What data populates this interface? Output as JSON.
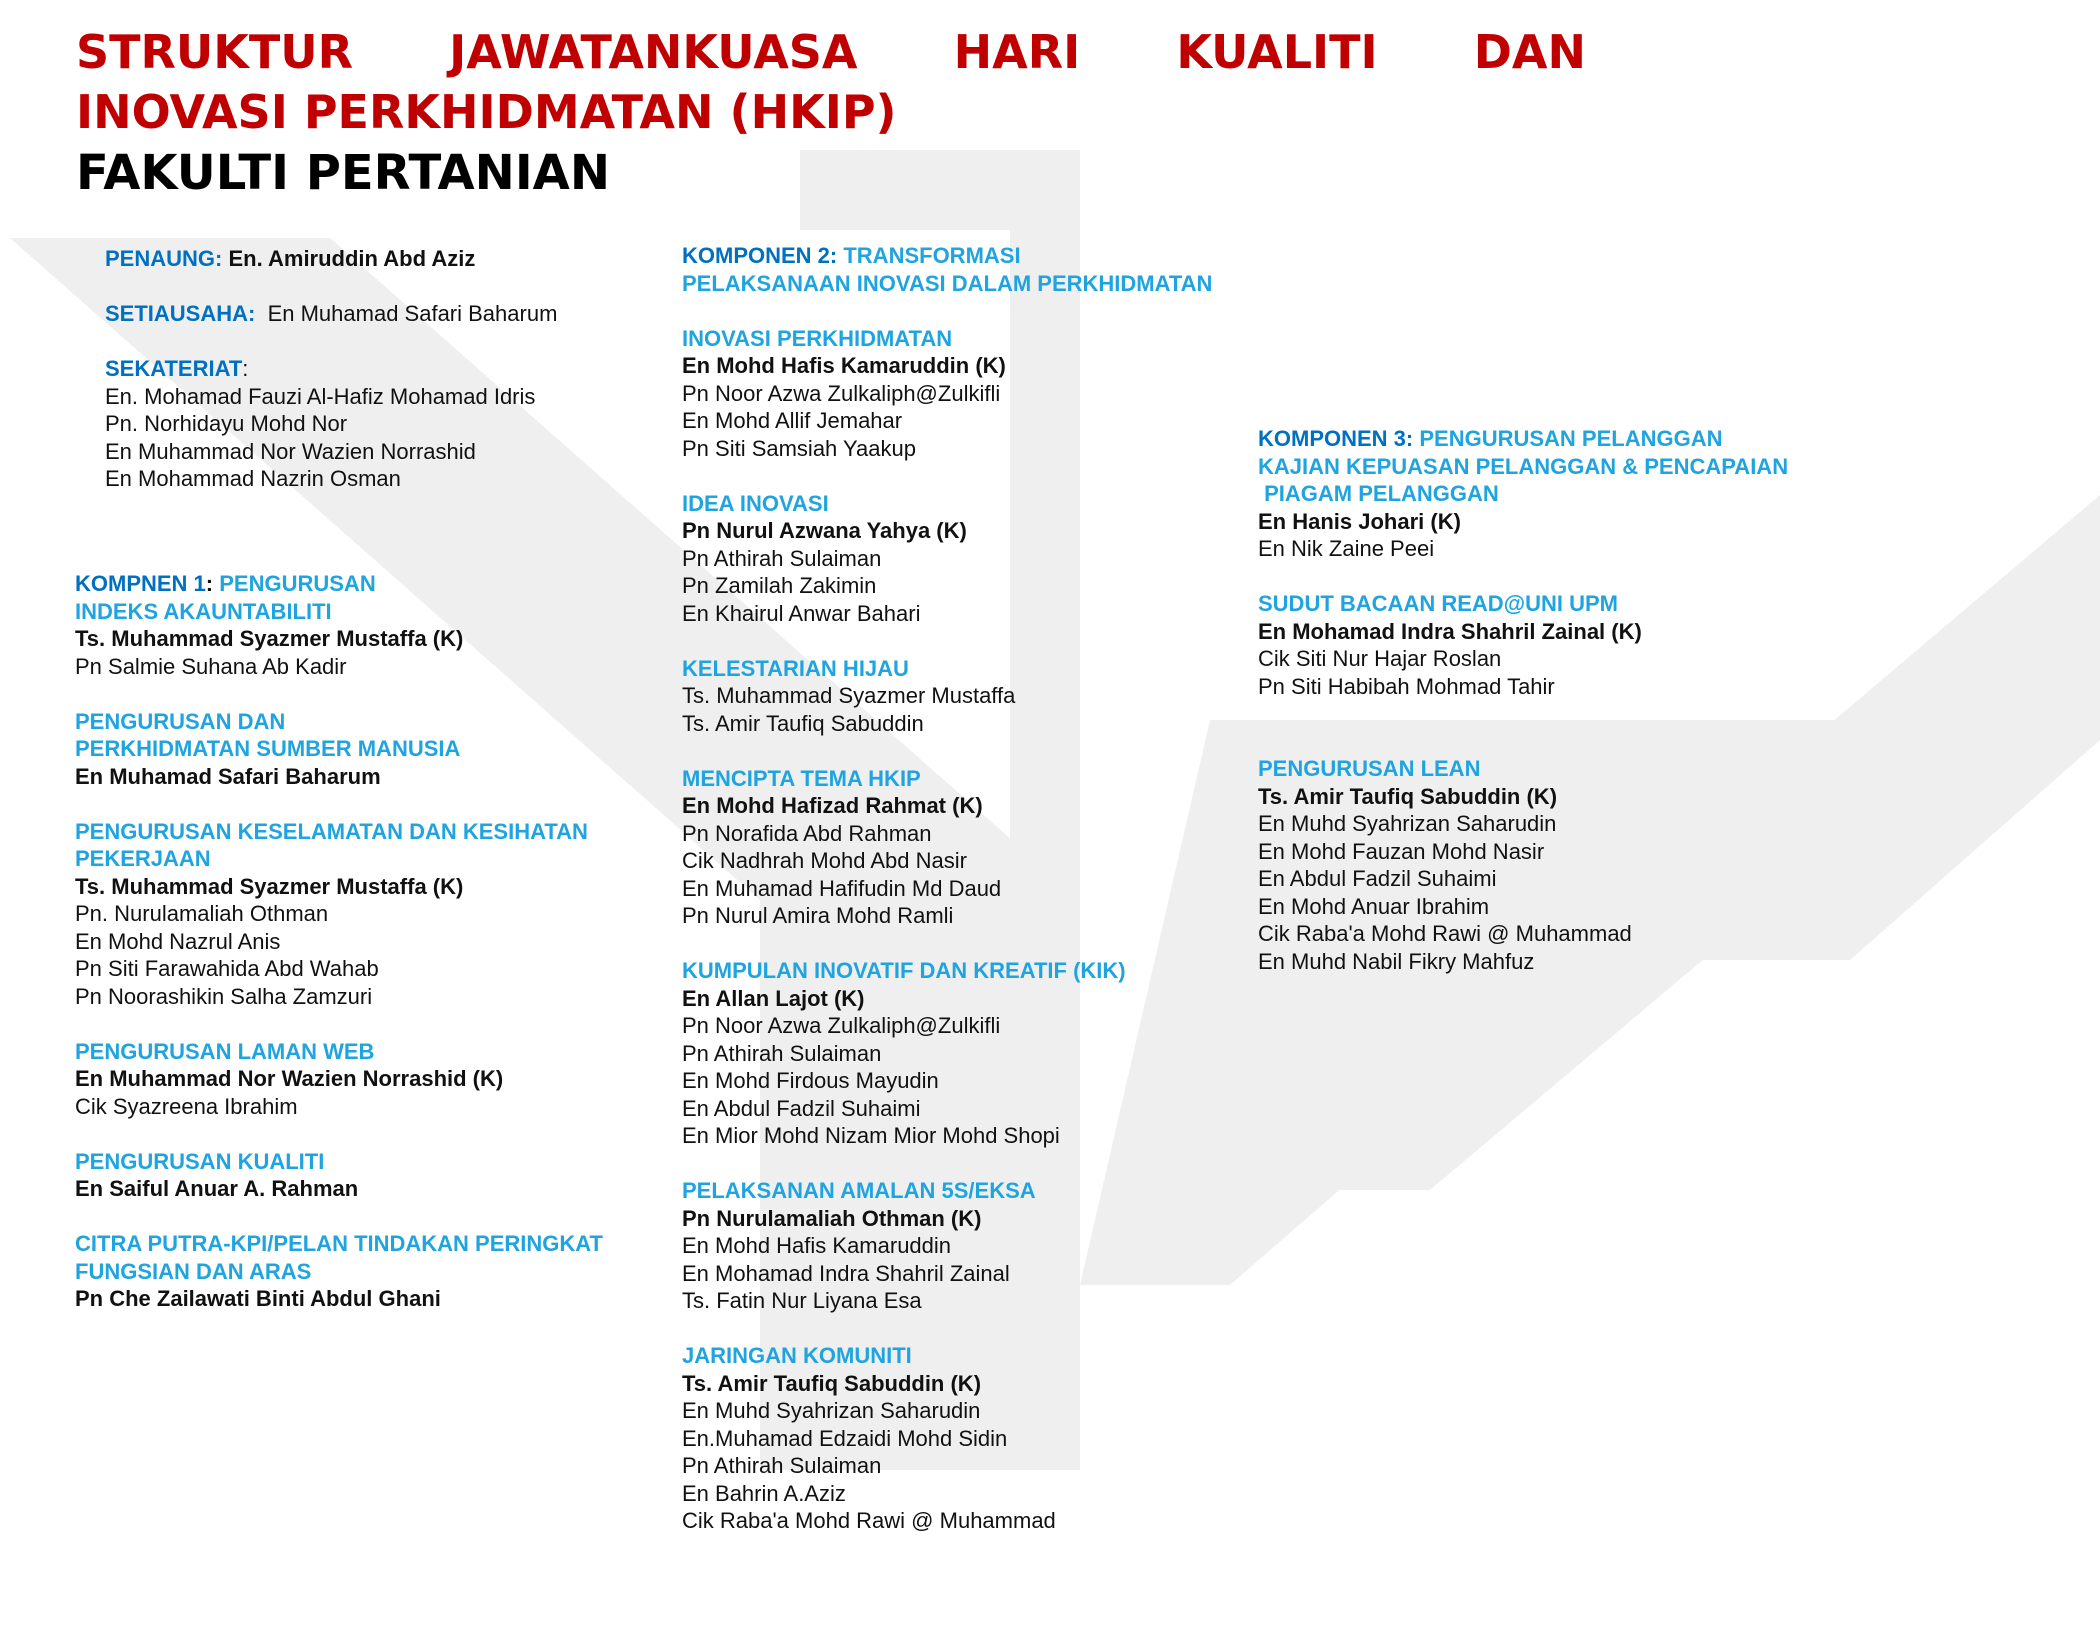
{
  "title": {
    "line1": "STRUKTUR JAWATANKUASA HARI KUALITI DAN",
    "line2": "INOVASI PERKHIDMATAN (HKIP)",
    "line3": "FAKULTI PERTANIAN"
  },
  "patron": {
    "penaung_label": "PENAUNG:",
    "penaung_name": "En. Amiruddin Abd Aziz",
    "setiausaha_label": "SETIAUSAHA:",
    "setiausaha_name": "En Muhamad Safari Baharum",
    "sekretariat_label": "SEKATERIAT",
    "sekretariat_colon": ":",
    "sekretariat_members": [
      "En. Mohamad Fauzi Al-Hafiz Mohamad Idris",
      "Pn. Norhidayu Mohd Nor",
      "En Muhammad Nor Wazien Norrashid",
      "En Mohammad Nazrin Osman"
    ]
  },
  "col1": {
    "komponen_prefix": "KOMPNEN 1",
    "komponen_colon": ": ",
    "komponen_line1": "PENGURUSAN",
    "komponen_line2": "INDEKS AKAUNTABILITI",
    "komponen_lead": "Ts. Muhammad Syazmer Mustaffa (K)",
    "komponen_members": [
      "Pn Salmie Suhana Ab Kadir"
    ],
    "sections": [
      {
        "heading": [
          "PENGURUSAN DAN",
          "PERKHIDMATAN SUMBER MANUSIA"
        ],
        "lead": "En Muhamad Safari Baharum",
        "members": []
      },
      {
        "heading": [
          "PENGURUSAN KESELAMATAN DAN KESIHATAN",
          "PEKERJAAN"
        ],
        "lead": "Ts. Muhammad Syazmer Mustaffa (K)",
        "members": [
          "Pn. Nurulamaliah Othman",
          "En Mohd Nazrul Anis",
          "Pn Siti Farawahida Abd Wahab",
          "Pn Noorashikin Salha Zamzuri"
        ]
      },
      {
        "heading": [
          "PENGURUSAN LAMAN WEB"
        ],
        "lead": "En Muhammad Nor Wazien Norrashid (K)",
        "members": [
          "Cik Syazreena Ibrahim"
        ]
      },
      {
        "heading": [
          "PENGURUSAN KUALITI"
        ],
        "lead": "En Saiful Anuar A. Rahman",
        "members": []
      },
      {
        "heading": [
          "CITRA PUTRA-KPI/PELAN TINDAKAN PERINGKAT",
          "FUNGSIAN DAN ARAS"
        ],
        "lead": "Pn Che Zailawati Binti  Abdul Ghani",
        "members": []
      }
    ]
  },
  "col2": {
    "komponen_prefix": "KOMPONEN 2: ",
    "komponen_line1": "TRANSFORMASI",
    "komponen_line2": "PELAKSANAAN INOVASI DALAM PERKHIDMATAN",
    "sections": [
      {
        "heading": [
          "INOVASI PERKHIDMATAN"
        ],
        "lead": "En Mohd Hafis Kamaruddin (K)",
        "members": [
          "Pn Noor Azwa Zulkaliph@Zulkifli",
          "En Mohd Allif Jemahar",
          "Pn Siti Samsiah Yaakup"
        ]
      },
      {
        "heading": [
          "IDEA INOVASI"
        ],
        "lead": "Pn Nurul Azwana Yahya (K)",
        "members": [
          "Pn Athirah Sulaiman",
          "Pn Zamilah Zakimin",
          "En Khairul Anwar Bahari"
        ]
      },
      {
        "heading": [
          "KELESTARIAN HIJAU"
        ],
        "lead": "",
        "members": [
          "Ts. Muhammad Syazmer Mustaffa",
          "Ts. Amir Taufiq Sabuddin"
        ]
      },
      {
        "heading": [
          "MENCIPTA TEMA HKIP"
        ],
        "lead": "En Mohd Hafizad Rahmat (K)",
        "members": [
          "Pn Norafida Abd Rahman",
          "Cik Nadhrah Mohd Abd Nasir",
          "En Muhamad Hafifudin Md Daud",
          "Pn Nurul Amira Mohd Ramli"
        ]
      },
      {
        "heading": [
          "KUMPULAN INOVATIF DAN KREATIF (KIK)"
        ],
        "lead": "En Allan Lajot (K)",
        "members": [
          "Pn Noor Azwa Zulkaliph@Zulkifli",
          "Pn Athirah Sulaiman",
          "En Mohd Firdous Mayudin",
          "En Abdul Fadzil Suhaimi",
          "En Mior Mohd Nizam Mior Mohd Shopi"
        ]
      },
      {
        "heading": [
          "PELAKSANAN AMALAN 5S/EKSA"
        ],
        "lead": "Pn Nurulamaliah Othman (K)",
        "members": [
          "En Mohd Hafis Kamaruddin",
          "En Mohamad Indra Shahril Zainal",
          "Ts. Fatin Nur Liyana Esa"
        ]
      },
      {
        "heading": [
          "JARINGAN KOMUNITI"
        ],
        "lead": "Ts. Amir Taufiq Sabuddin (K)",
        "members": [
          "En Muhd Syahrizan Saharudin",
          "En.Muhamad Edzaidi Mohd Sidin",
          "Pn Athirah Sulaiman",
          "En Bahrin A.Aziz",
          "Cik Raba'a Mohd Rawi @ Muhammad"
        ]
      }
    ]
  },
  "col3": {
    "komponen_prefix": "KOMPONEN 3: ",
    "komponen_line1": "PENGURUSAN PELANGGAN",
    "komponen_line2": "KAJIAN KEPUASAN PELANGGAN & PENCAPAIAN",
    "komponen_line3": " PIAGAM PELANGGAN",
    "komponen_lead": "En Hanis Johari (K)",
    "komponen_members": [
      "En Nik Zaine Peei"
    ],
    "sections": [
      {
        "heading": [
          "SUDUT BACAAN READ@UNI UPM"
        ],
        "lead": "En Mohamad Indra Shahril Zainal (K)",
        "members": [
          "Cik Siti Nur Hajar Roslan",
          "Pn Siti Habibah Mohmad Tahir"
        ]
      },
      {
        "heading": [
          "PENGURUSAN LEAN"
        ],
        "lead": "Ts. Amir Taufiq Sabuddin (K)",
        "members": [
          "En Muhd Syahrizan Saharudin",
          "En Mohd Fauzan Mohd Nasir",
          "En Abdul Fadzil Suhaimi",
          "En Mohd Anuar Ibrahim",
          "Cik Raba'a Mohd Rawi @ Muhammad",
          "En Muhd Nabil Fikry Mahfuz"
        ]
      }
    ]
  },
  "colors": {
    "title_red": "#c00000",
    "komponen_blue": "#0070c0",
    "heading_cyan": "#1fa4e0",
    "watermark_grey": "#eeeeee"
  }
}
